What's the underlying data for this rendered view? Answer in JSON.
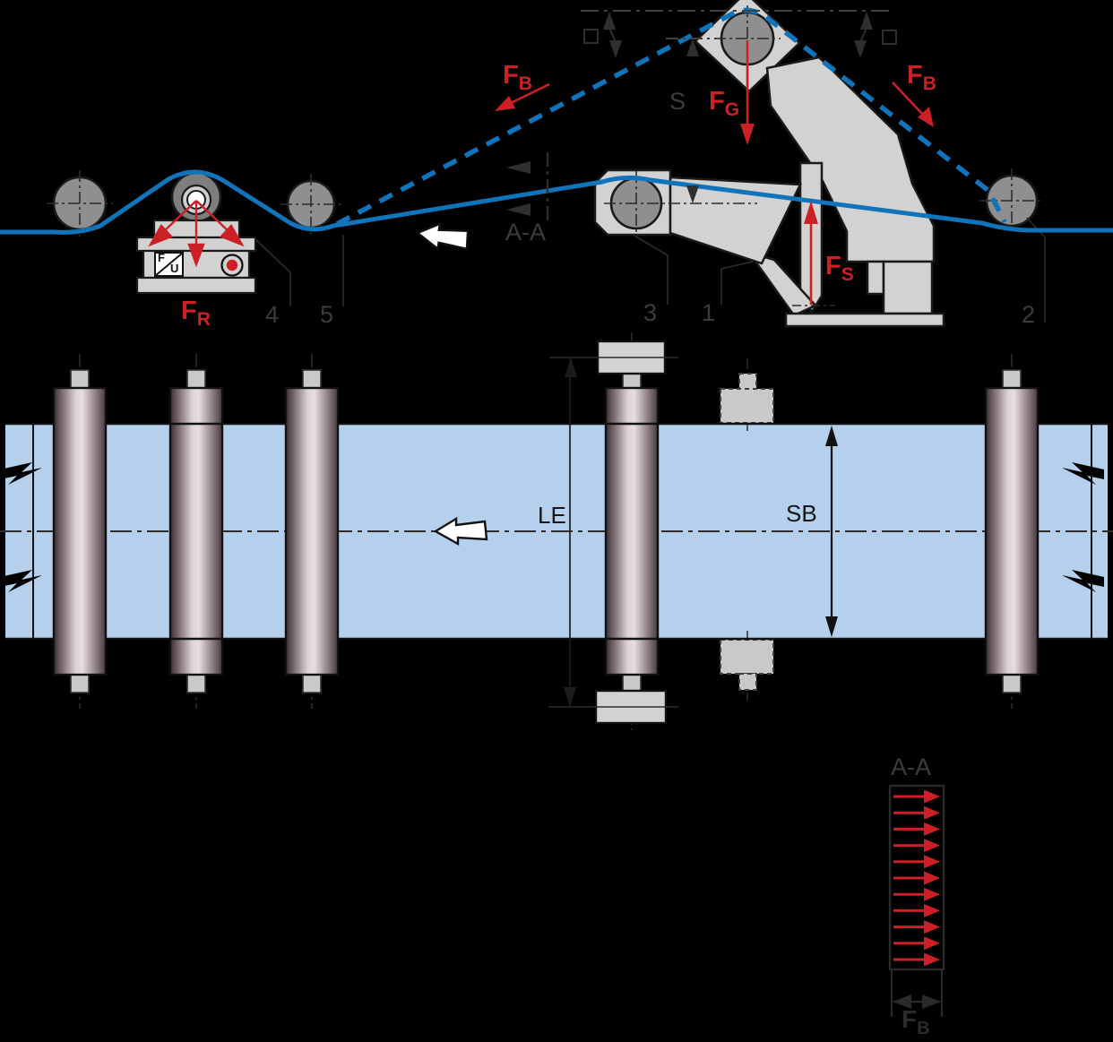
{
  "colors": {
    "background": "#000000",
    "web_line_blue": "#1173ba",
    "web_band_blue": "#b5d0ec",
    "force_red": "#cc2026",
    "machine_gray": "#d2d2d2",
    "roller_gray": "#8f8f8f",
    "dim_gray": "#3c3c3c"
  },
  "side_view": {
    "forces": {
      "fb_left": {
        "main": "F",
        "sub": "B"
      },
      "fb_right": {
        "main": "F",
        "sub": "B"
      },
      "fg": {
        "main": "F",
        "sub": "G"
      },
      "fs": {
        "main": "F",
        "sub": "S"
      },
      "fr": {
        "main": "F",
        "sub": "R"
      }
    },
    "stroke_label": "S",
    "section_cut_label": "A-A",
    "part_numbers": {
      "n1": "1",
      "n2": "2",
      "n3": "3",
      "n4": "4",
      "n5": "5"
    },
    "transducer": {
      "f": "F",
      "u": "U"
    }
  },
  "top_view": {
    "length_label": "LE",
    "width_label": "SB"
  },
  "section_view": {
    "title": "A-A",
    "force": {
      "main": "F",
      "sub": "B"
    },
    "arrow_count": 11
  }
}
